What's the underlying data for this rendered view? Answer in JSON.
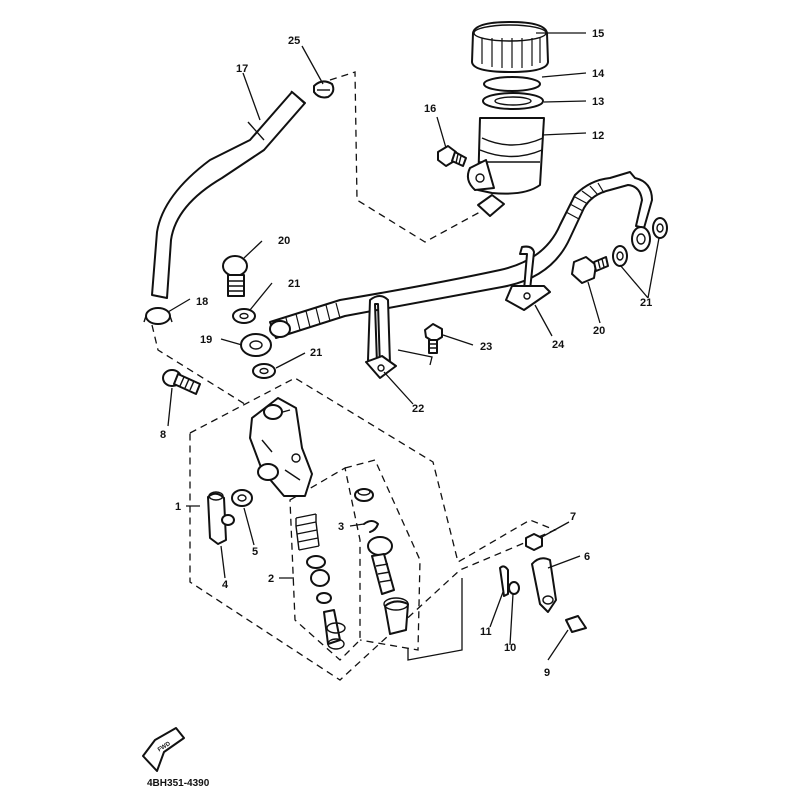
{
  "callouts": {
    "c1": "1",
    "c2": "2",
    "c3": "3",
    "c4": "4",
    "c5": "5",
    "c6": "6",
    "c7": "7",
    "c8": "8",
    "c9": "9",
    "c10": "10",
    "c11": "11",
    "c12": "12",
    "c13": "13",
    "c14": "14",
    "c15": "15",
    "c16": "16",
    "c17": "17",
    "c18": "18",
    "c19": "19",
    "c20a": "20",
    "c20b": "20",
    "c21a": "21",
    "c21b": "21",
    "c21c": "21",
    "c22": "22",
    "c23": "23",
    "c24": "24",
    "c25": "25"
  },
  "fwd_badge": "FWD",
  "part_code": "4BH351-4390"
}
